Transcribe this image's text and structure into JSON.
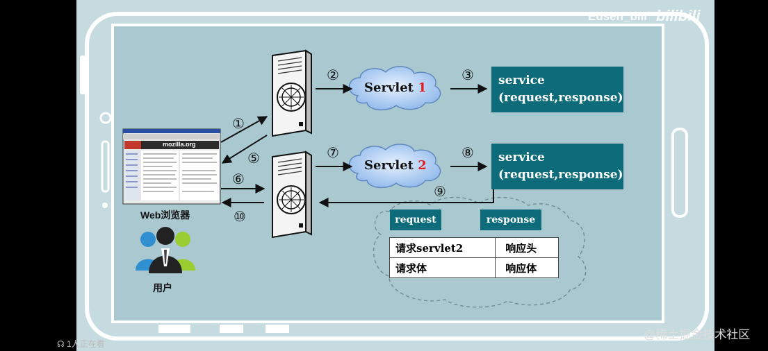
{
  "video": {
    "watermark": "Eusen_bili",
    "logo_text": "bilibili",
    "viewer_count": "1人正在看",
    "footer_brand": "@稀土掘金技术社区"
  },
  "diagram": {
    "browser_label": "Web浏览器",
    "browser_url_text": "mozilla.org",
    "user_label": "用户",
    "servlet1": {
      "prefix": "Servlet ",
      "num": "1"
    },
    "servlet2": {
      "prefix": "Servlet ",
      "num": "2"
    },
    "service1": {
      "line1": "service",
      "line2": "(request,response)"
    },
    "service2": {
      "line1": "service",
      "line2": "(request,response)"
    },
    "request_tag": "request",
    "response_tag": "response",
    "table": [
      [
        "请求servlet2",
        "响应头"
      ],
      [
        "请求体",
        "响应体"
      ]
    ],
    "steps": [
      "①",
      "②",
      "③",
      "⑤",
      "⑥",
      "⑦",
      "⑧",
      "⑨",
      "⑩"
    ]
  },
  "colors": {
    "slide_bg": "#c6dbe0",
    "box_teal": "#0e6c7a",
    "servlet_num_red": "#e02020",
    "cloud_fill": "#b7d3f2"
  }
}
